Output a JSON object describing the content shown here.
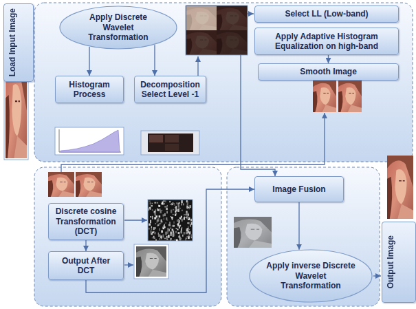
{
  "diagram": {
    "nodes": [
      {
        "text": [
          "Load Input Image"
        ]
      },
      {
        "text": [
          "Apply Discrete Wavelet Transformation"
        ]
      },
      {
        "text": [
          "Histogram Process"
        ]
      },
      {
        "text": [
          "Decomposition Select Level -1"
        ]
      },
      {
        "text": [
          "Select LL (Low-band)"
        ]
      },
      {
        "text": [
          "Apply Adaptive Histogram Equalization on high-band"
        ]
      },
      {
        "text": [
          "Smooth Image"
        ]
      },
      {
        "text": [
          "Discrete cosine Transformation (DCT)"
        ]
      },
      {
        "text": [
          "Output After DCT"
        ]
      },
      {
        "text": [
          "Image Fusion"
        ]
      },
      {
        "text": [
          "Apply inverse Discrete Wavelet Transformation"
        ]
      },
      {
        "text": [
          "Output Image"
        ]
      }
    ],
    "edges": [
      {
        "from": 1,
        "to": 2,
        "arrow": "to"
      },
      {
        "from": 1,
        "to": 3,
        "arrow": "to"
      },
      {
        "from": 5,
        "to": 6,
        "arrow": "to"
      },
      {
        "from": 7,
        "to": 8,
        "arrow": "to"
      },
      {
        "from": 8,
        "to": 9,
        "arrow": "to"
      },
      {
        "from": 9,
        "to": 10,
        "arrow": "to"
      }
    ]
  }
}
